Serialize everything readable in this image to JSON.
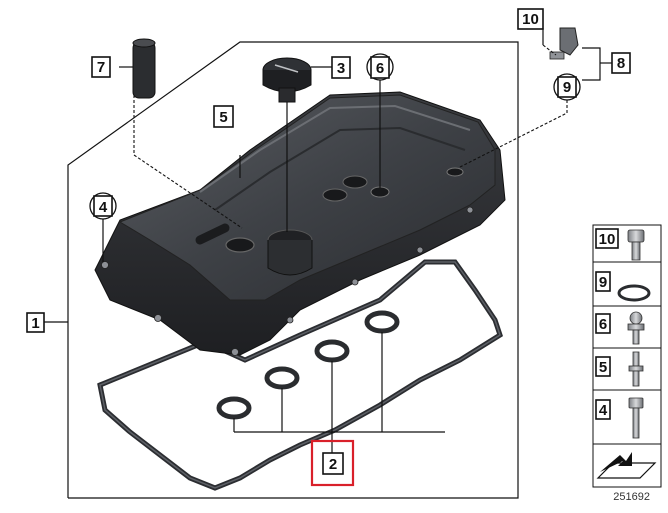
{
  "callouts": {
    "c1": "1",
    "c2": "2",
    "c3": "3",
    "c4": "4",
    "c5": "5",
    "c6": "6",
    "c7": "7",
    "c8": "8",
    "c9": "9",
    "c10": "10"
  },
  "legend": {
    "items": [
      "10",
      "9",
      "6",
      "5",
      "4"
    ]
  },
  "diagram_number": "251692",
  "highlight_color": "#d9202a"
}
